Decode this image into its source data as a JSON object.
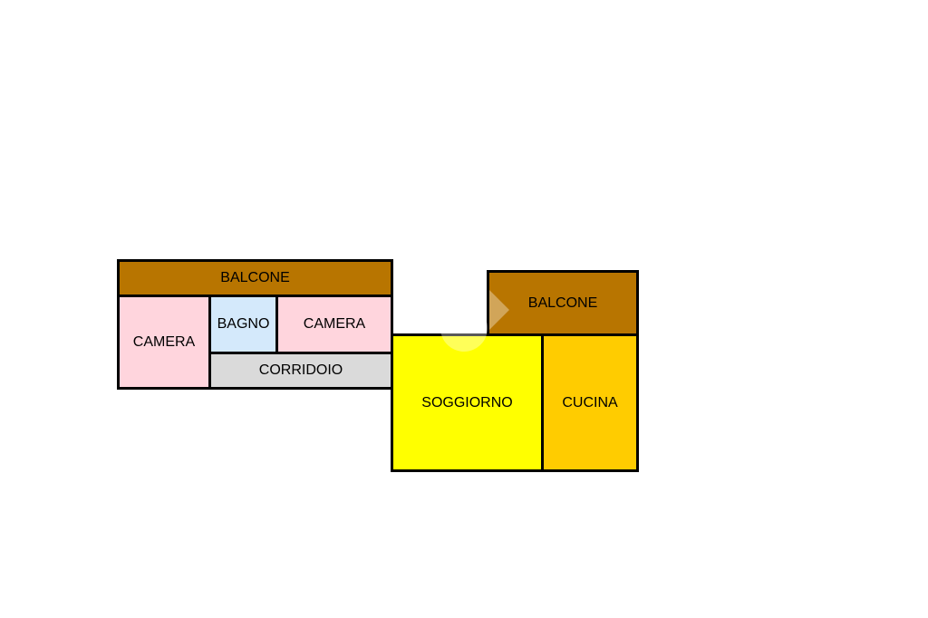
{
  "colors": {
    "balcone": "#b87500",
    "camera": "#ffd5dd",
    "bagno": "#d4e9fb",
    "corridoio": "#dadada",
    "soggiorno": "#ffff00",
    "cucina": "#ffcc00",
    "wall": "#000000"
  },
  "rooms": {
    "balcone_left": "BALCONE",
    "camera_left": "CAMERA",
    "bagno": "BAGNO",
    "camera_right": "CAMERA",
    "corridoio": "CORRIDOIO",
    "balcone_right": "BALCONE",
    "soggiorno": "SOGGIORNO",
    "cucina": "CUCINA"
  }
}
